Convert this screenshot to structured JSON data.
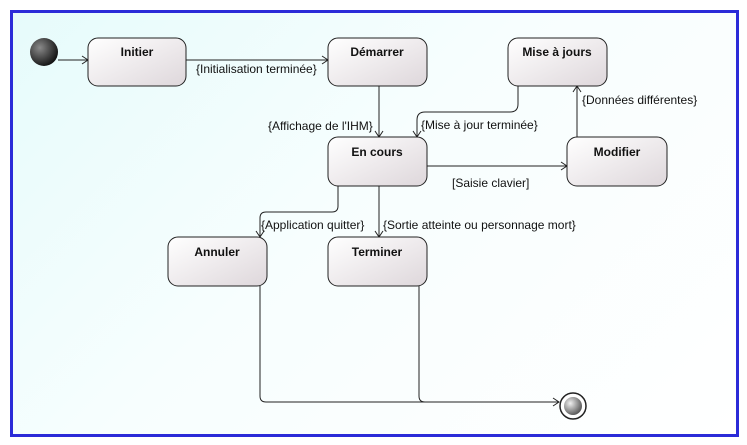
{
  "states": {
    "initier": "Initier",
    "demarrer": "Démarrer",
    "mise_a_jours": "Mise à jours",
    "en_cours": "En cours",
    "modifier": "Modifier",
    "annuler": "Annuler",
    "terminer": "Terminer"
  },
  "transitions": {
    "initialisation": "{Initialisation terminée}",
    "affichage": "{Affichage de l'IHM}",
    "mise_a_jour_terminee": "{Mise à jour terminée}",
    "donnees_differentes": "{Données différentes}",
    "saisie_clavier": "[Saisie clavier]",
    "application_quitter": "{Application quitter}",
    "sortie_atteinte": "{Sortie atteinte ou personnage mort}"
  }
}
